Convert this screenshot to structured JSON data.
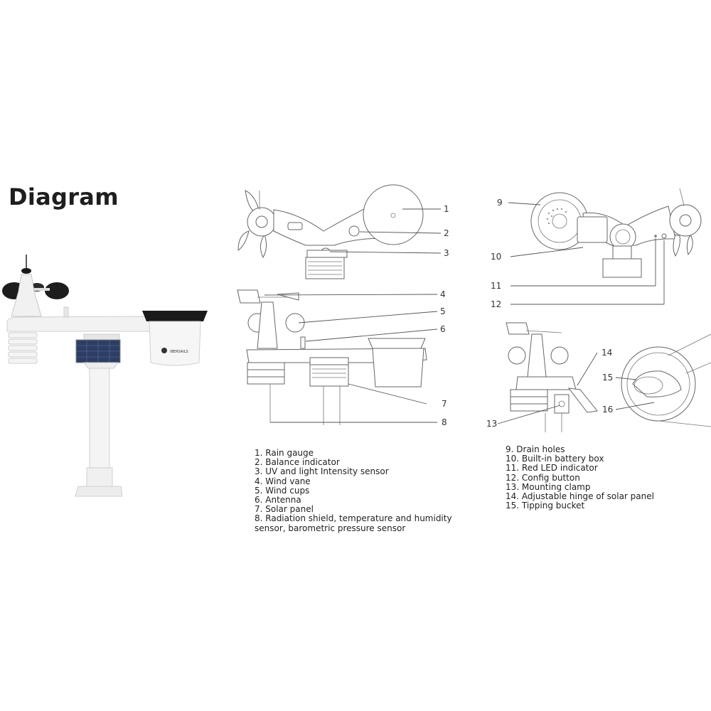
{
  "title": "Diagram",
  "brand_text": "IBERSAILS",
  "callouts": [
    "1",
    "2",
    "3",
    "4",
    "5",
    "6",
    "7",
    "8",
    "9",
    "10",
    "11",
    "12",
    "13",
    "14",
    "15",
    "16"
  ],
  "legend_left": [
    "1. Rain gauge",
    "2. Balance indicator",
    "3. UV and light Intensity sensor",
    "4. Wind vane",
    "5. Wind cups",
    "6. Antenna",
    "7. Solar panel",
    "8. Radiation shield, temperature and humidity sensor, barometric pressure sensor"
  ],
  "legend_right": [
    "9. Drain holes",
    "10. Built-in battery box",
    "11. Red LED indicator",
    "12. Config button",
    "13. Mounting clamp",
    "14. Adjustable hinge of solar panel",
    "15. Tipping bucket"
  ],
  "colors": {
    "text": "#1e1e1e",
    "line": "#555555",
    "body": "#f2f2f2",
    "dark": "#1a1a1a"
  }
}
